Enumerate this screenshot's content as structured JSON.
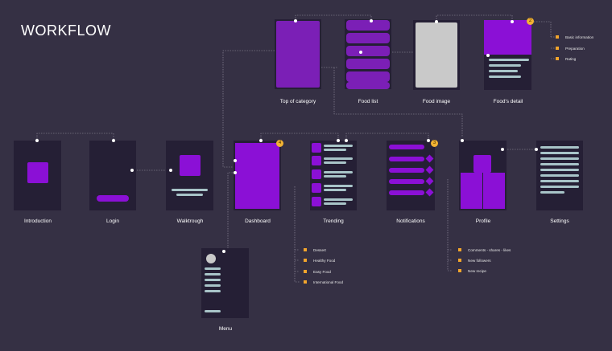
{
  "title": "WORKFLOW",
  "screens": {
    "top_of_category": "Top of category",
    "food_list": "Food list",
    "food_image": "Food image",
    "foods_detail": "Food's detail",
    "introduction": "Introduction",
    "login": "Login",
    "walkthrough": "Walktrough",
    "dashboard": "Dashboard",
    "trending": "Trending",
    "notifications": "Notifications",
    "profile": "Profile",
    "settings": "Settings",
    "menu": "Menu"
  },
  "detail_items": [
    "Basic information",
    "Preparation",
    "Rating"
  ],
  "trending_items": [
    "Dessert",
    "Healthy Food",
    "Easy Food",
    "International Food"
  ],
  "profile_items": [
    "Comments - shares - likes",
    "New followers",
    "New recipe"
  ],
  "badges": {
    "detail": "2",
    "dashboard": "4",
    "notifications": "3"
  },
  "colors": {
    "background": "#353044",
    "screen": "#251f35",
    "accent": "#8b10d6",
    "bullet": "#f2a52c"
  }
}
